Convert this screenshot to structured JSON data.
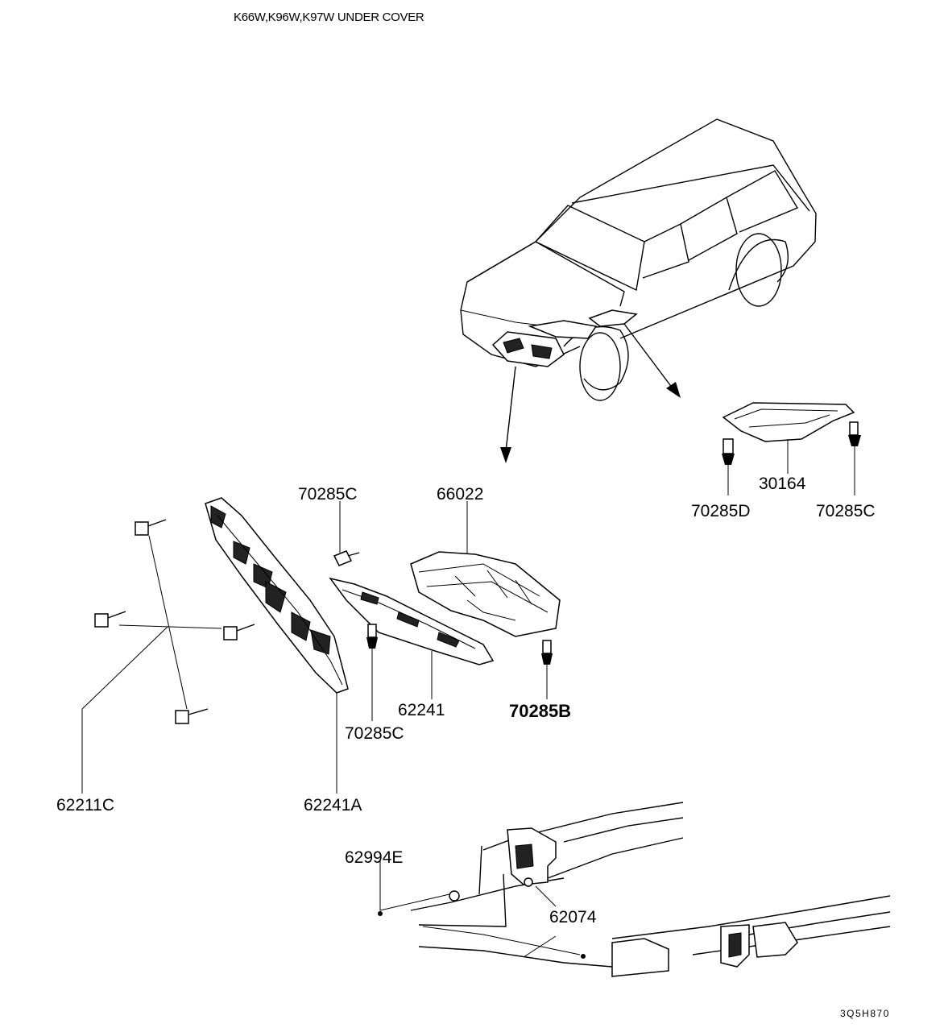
{
  "title": "K66W,K96W,K97W UNDER COVER",
  "drawing_code": "3Q5H870",
  "callouts": {
    "p70285C_top": "70285C",
    "p66022": "66022",
    "p30164": "30164",
    "p70285D": "70285D",
    "p70285C_right": "70285C",
    "p62241": "62241",
    "p70285B": "70285B",
    "p70285C_bottom": "70285C",
    "p62211C": "62211C",
    "p62241A": "62241A",
    "p62994E": "62994E",
    "p62074": "62074"
  }
}
